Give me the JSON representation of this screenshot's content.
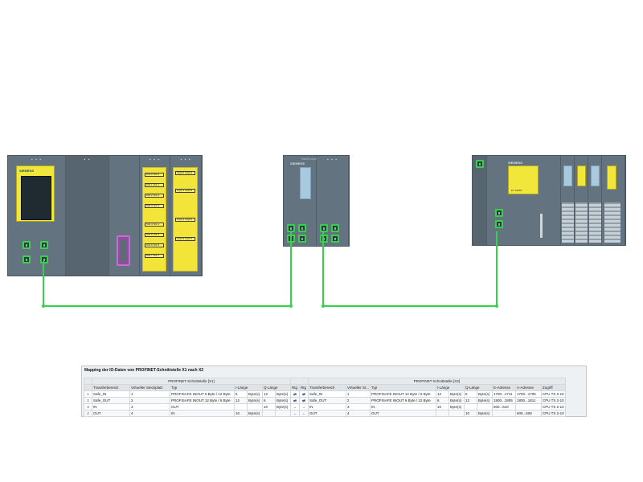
{
  "devices": {
    "left": {
      "cpu_brand": "SIEMENS",
      "input_chips": [
        "%I0.0 %I1.0",
        "%I0.1 %I1.1",
        "%I0.2 %I1.2",
        "%I0.3 %I1.3",
        "%I0.4 %I1.4",
        "%I0.5 %I1.5",
        "%I0.6 %I1.6",
        "%I0.7 %I1.7"
      ],
      "output_chips": [
        "%Q0.0 %Q0.4",
        "%Q0.1 %Q0.5",
        "%Q0.2 %Q0.6",
        "%Q0.3 %Q0.7"
      ]
    },
    "middle": {
      "brand": "SIEMENS",
      "model": "PN/PN COUPLER"
    },
    "right": {
      "brand": "SIEMENS",
      "model": "ET 200SP"
    }
  },
  "table": {
    "title": "Mapping der IO-Daten von PROFINET-Schnittstelle X1 nach X2",
    "group_left": "PROFINET-Schnittstelle [X1]",
    "group_right": "PROFINET-Schnittstelle [X2]",
    "headers_left": [
      "Transferbereich",
      "Virtueller Steckplatz",
      "Typ",
      "I-Länge",
      "Q-Länge"
    ],
    "header_rtg": "Rtg",
    "headers_right": [
      "Transferbereich",
      "Virtueller St...",
      "Typ",
      "I-Länge",
      "Q-Länge",
      "E-Adresse",
      "A-Adresse",
      "Zugriff"
    ],
    "rows": [
      {
        "n": "1",
        "l_tb": "Safe_IN",
        "l_vs": "1",
        "l_typ": "PROFISAFE INOUT 6 Byte / 12 Byte",
        "l_i": "6",
        "l_iu": "Byte(s)",
        "l_q": "12",
        "l_qu": "Byte(s)",
        "d1": "⇄",
        "d2": "⇄",
        "r_tb": "Safe_IN",
        "r_vs": "1",
        "r_typ": "PROFISAFE INOUT 12 Byte / 6 Byte",
        "r_i": "12",
        "r_iu": "Byte(s)",
        "r_q": "6",
        "r_qu": "Byte(s)",
        "r_e": "1700...1711",
        "r_a": "1700...1705",
        "r_z": "CPU TS 2-10"
      },
      {
        "n": "2",
        "l_tb": "Safe_OUT",
        "l_vs": "2",
        "l_typ": "PROFISAFE INOUT 12 Byte / 6 Byte",
        "l_i": "12",
        "l_iu": "Byte(s)",
        "l_q": "6",
        "l_qu": "Byte(s)",
        "d1": "⇄",
        "d2": "⇄",
        "r_tb": "Safe_OUT",
        "r_vs": "2",
        "r_typ": "PROFISAFE INOUT 6 Byte / 12 Byte",
        "r_i": "6",
        "r_iu": "Byte(s)",
        "r_q": "12",
        "r_qu": "Byte(s)",
        "r_e": "1800...1805",
        "r_a": "1800...1811",
        "r_z": "CPU TS 2-10"
      },
      {
        "n": "3",
        "l_tb": "IN",
        "l_vs": "3",
        "l_typ": "OUT",
        "l_i": "",
        "l_iu": "",
        "l_q": "10",
        "l_qu": "Byte(s)",
        "d1": "→",
        "d2": "→",
        "r_tb": "IN",
        "r_vs": "3",
        "r_typ": "IN",
        "r_i": "10",
        "r_iu": "Byte(s)",
        "r_q": "",
        "r_qu": "",
        "r_e": "600...610",
        "r_a": "",
        "r_z": "CPU TS 2-10"
      },
      {
        "n": "4",
        "l_tb": "OUT",
        "l_vs": "4",
        "l_typ": "IN",
        "l_i": "10",
        "l_iu": "Byte(s)",
        "l_q": "",
        "l_qu": "",
        "d1": "←",
        "d2": "←",
        "r_tb": "OUT",
        "r_vs": "4",
        "r_typ": "OUT",
        "r_i": "",
        "r_iu": "",
        "r_q": "10",
        "r_qu": "Byte(s)",
        "r_e": "",
        "r_a": "600...609",
        "r_z": "CPU TS 2-10"
      }
    ]
  }
}
